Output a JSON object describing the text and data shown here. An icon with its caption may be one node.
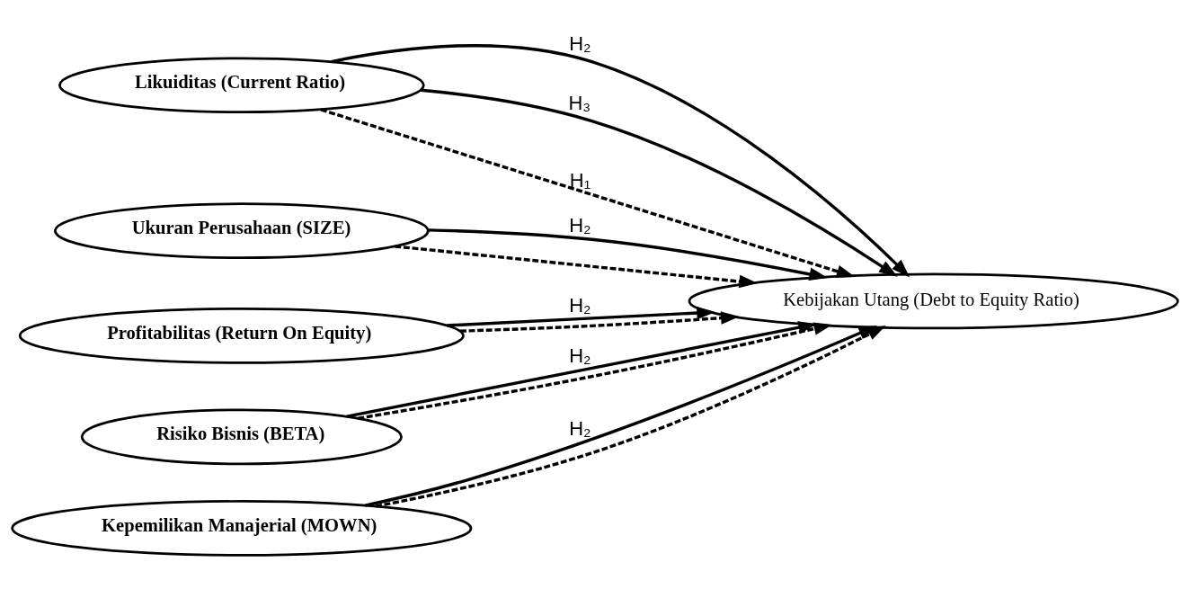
{
  "diagram": {
    "nodes": [
      {
        "text": [
          "Likuiditas (Current Ratio)"
        ]
      },
      {
        "text": [
          "Ukuran Perusahaan (SIZE)"
        ]
      },
      {
        "text": [
          "Profitabilitas (Return On Equity)"
        ]
      },
      {
        "text": [
          "Risiko Bisnis (BETA)"
        ]
      },
      {
        "text": [
          "Kepemilikan Manajerial (MOWN)"
        ]
      },
      {
        "text": [
          "Kebijakan Utang (Debt to Equity Ratio)"
        ]
      }
    ],
    "edges": [
      {
        "from": 0,
        "to": 5,
        "arrow": "to",
        "label": "H₂"
      },
      {
        "from": 1,
        "to": 5,
        "arrow": "to",
        "label": "H₂"
      },
      {
        "from": 2,
        "to": 5,
        "arrow": "to",
        "label": "H₂"
      },
      {
        "from": 3,
        "to": 5,
        "arrow": "to",
        "label": "H₂"
      },
      {
        "from": 4,
        "to": 5,
        "arrow": "to",
        "label": "H₂"
      },
      {
        "from": 0,
        "to": 5,
        "arrow": "to",
        "label": "H₃"
      },
      {
        "from": 0,
        "to": 5,
        "arrow": "to",
        "style": "dashed",
        "label": "H₁"
      },
      {
        "from": 1,
        "to": 5,
        "arrow": "to",
        "style": "dashed"
      },
      {
        "from": 2,
        "to": 5,
        "arrow": "to",
        "style": "dashed"
      },
      {
        "from": 3,
        "to": 5,
        "arrow": "to",
        "style": "dashed"
      },
      {
        "from": 4,
        "to": 5,
        "arrow": "to",
        "style": "dashed"
      }
    ]
  }
}
